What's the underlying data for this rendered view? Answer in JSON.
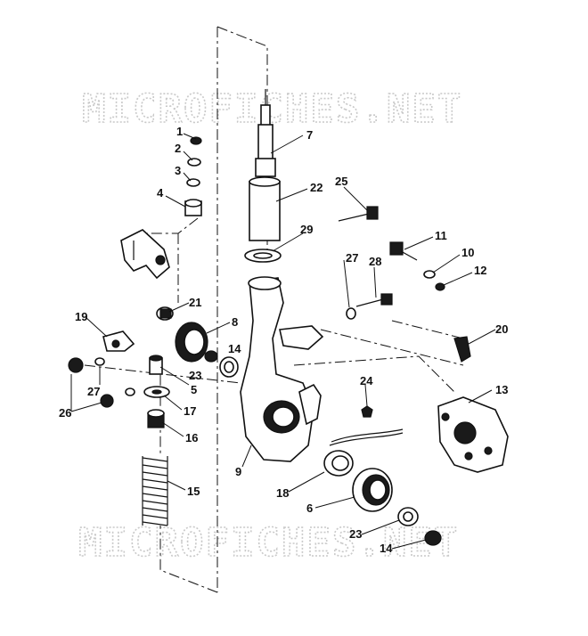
{
  "watermark": {
    "top": "MICROFICHES.NET",
    "bottom": "MICROFICHES.NET"
  },
  "callouts": [
    {
      "id": "c1",
      "text": "1"
    },
    {
      "id": "c2",
      "text": "2"
    },
    {
      "id": "c3",
      "text": "3"
    },
    {
      "id": "c4",
      "text": "4"
    },
    {
      "id": "c7",
      "text": "7"
    },
    {
      "id": "c22",
      "text": "22"
    },
    {
      "id": "c25",
      "text": "25"
    },
    {
      "id": "c29",
      "text": "29"
    },
    {
      "id": "c27a",
      "text": "27"
    },
    {
      "id": "c28",
      "text": "28"
    },
    {
      "id": "c11",
      "text": "11"
    },
    {
      "id": "c10",
      "text": "10"
    },
    {
      "id": "c12",
      "text": "12"
    },
    {
      "id": "c21",
      "text": "21"
    },
    {
      "id": "c19",
      "text": "19"
    },
    {
      "id": "c8",
      "text": "8"
    },
    {
      "id": "c14a",
      "text": "14"
    },
    {
      "id": "c23a",
      "text": "23"
    },
    {
      "id": "c20",
      "text": "20"
    },
    {
      "id": "c5",
      "text": "5"
    },
    {
      "id": "c27b",
      "text": "27"
    },
    {
      "id": "c26",
      "text": "26"
    },
    {
      "id": "c17",
      "text": "17"
    },
    {
      "id": "c24",
      "text": "24"
    },
    {
      "id": "c13",
      "text": "13"
    },
    {
      "id": "c16",
      "text": "16"
    },
    {
      "id": "c9",
      "text": "9"
    },
    {
      "id": "c15",
      "text": "15"
    },
    {
      "id": "c18",
      "text": "18"
    },
    {
      "id": "c6",
      "text": "6"
    },
    {
      "id": "c23b",
      "text": "23"
    },
    {
      "id": "c14b",
      "text": "14"
    }
  ]
}
